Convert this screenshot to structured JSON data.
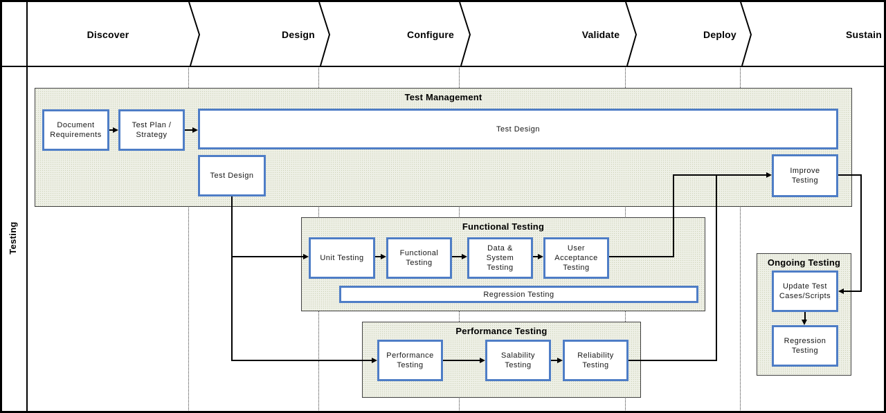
{
  "lane": {
    "label": "Testing"
  },
  "phases": [
    {
      "label": "Discover"
    },
    {
      "label": "Design"
    },
    {
      "label": "Configure"
    },
    {
      "label": "Validate"
    },
    {
      "label": "Deploy"
    },
    {
      "label": "Sustain"
    }
  ],
  "groups": {
    "test_management": {
      "title": "Test Management"
    },
    "functional_testing": {
      "title": "Functional Testing"
    },
    "performance_testing": {
      "title": "Performance Testing"
    },
    "ongoing_testing": {
      "title": "Ongoing Testing"
    }
  },
  "nodes": {
    "document_requirements": {
      "label": "Document\nRequirements"
    },
    "test_plan_strategy": {
      "label": "Test Plan /\nStrategy"
    },
    "test_design_wide": {
      "label": "Test Design"
    },
    "test_design": {
      "label": "Test Design"
    },
    "improve_testing": {
      "label": "Improve\nTesting"
    },
    "unit_testing": {
      "label": "Unit Testing"
    },
    "functional_testing": {
      "label": "Functional\nTesting"
    },
    "data_system_testing": {
      "label": "Data &\nSystem\nTesting"
    },
    "user_acceptance_testing": {
      "label": "User\nAcceptance\nTesting"
    },
    "regression_testing_functional": {
      "label": "Regression Testing"
    },
    "performance_testing": {
      "label": "Performance\nTesting"
    },
    "salability_testing": {
      "label": "Salability\nTesting"
    },
    "reliability_testing": {
      "label": "Reliability\nTesting"
    },
    "update_test_cases": {
      "label": "Update Test\nCases/Scripts"
    },
    "regression_testing_ongoing": {
      "label": "Regression\nTesting"
    }
  },
  "colors": {
    "node_border": "#4e7dc6",
    "group_fill": "#eef0e6",
    "line": "#000000"
  }
}
